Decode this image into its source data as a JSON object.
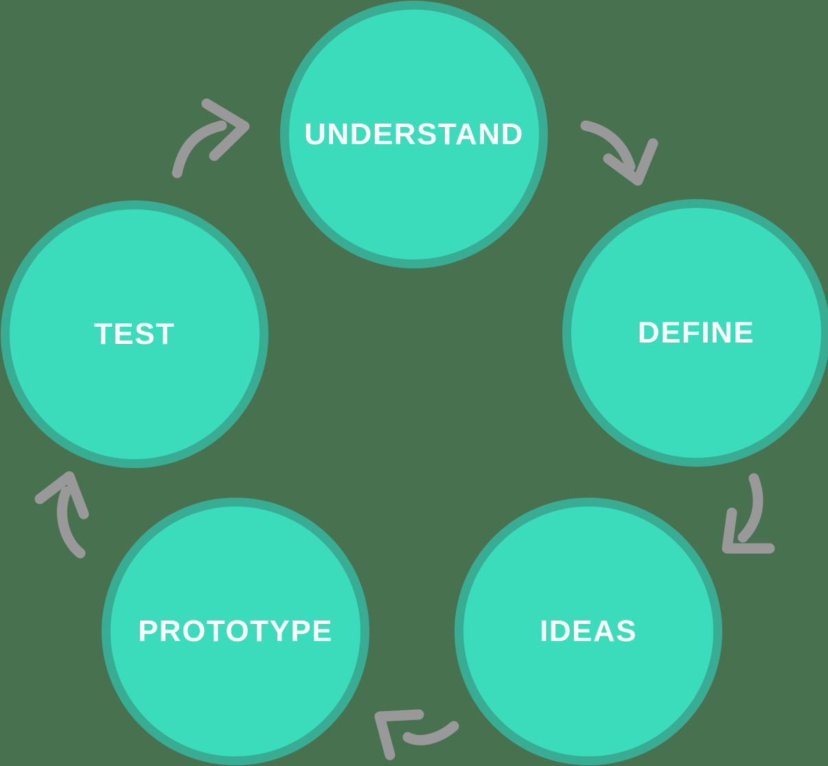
{
  "diagram": {
    "type": "cycle",
    "stages": [
      {
        "id": "understand",
        "label": "UNDERSTAND"
      },
      {
        "id": "define",
        "label": "DEFINE"
      },
      {
        "id": "ideas",
        "label": "IDEAS"
      },
      {
        "id": "prototype",
        "label": "PROTOTYPE"
      },
      {
        "id": "test",
        "label": "TEST"
      }
    ],
    "flow_order": [
      "UNDERSTAND",
      "DEFINE",
      "IDEAS",
      "PROTOTYPE",
      "TEST"
    ],
    "arrows": [
      {
        "from": "UNDERSTAND",
        "to": "DEFINE"
      },
      {
        "from": "DEFINE",
        "to": "IDEAS"
      },
      {
        "from": "IDEAS",
        "to": "PROTOTYPE"
      },
      {
        "from": "PROTOTYPE",
        "to": "TEST"
      },
      {
        "from": "TEST",
        "to": "UNDERSTAND"
      }
    ],
    "colors": {
      "background": "#48714F",
      "circle_fill": "#3ADCBC",
      "circle_border": "#39AD94",
      "arrow": "#999999",
      "label_text": "#FFFFFF"
    }
  }
}
